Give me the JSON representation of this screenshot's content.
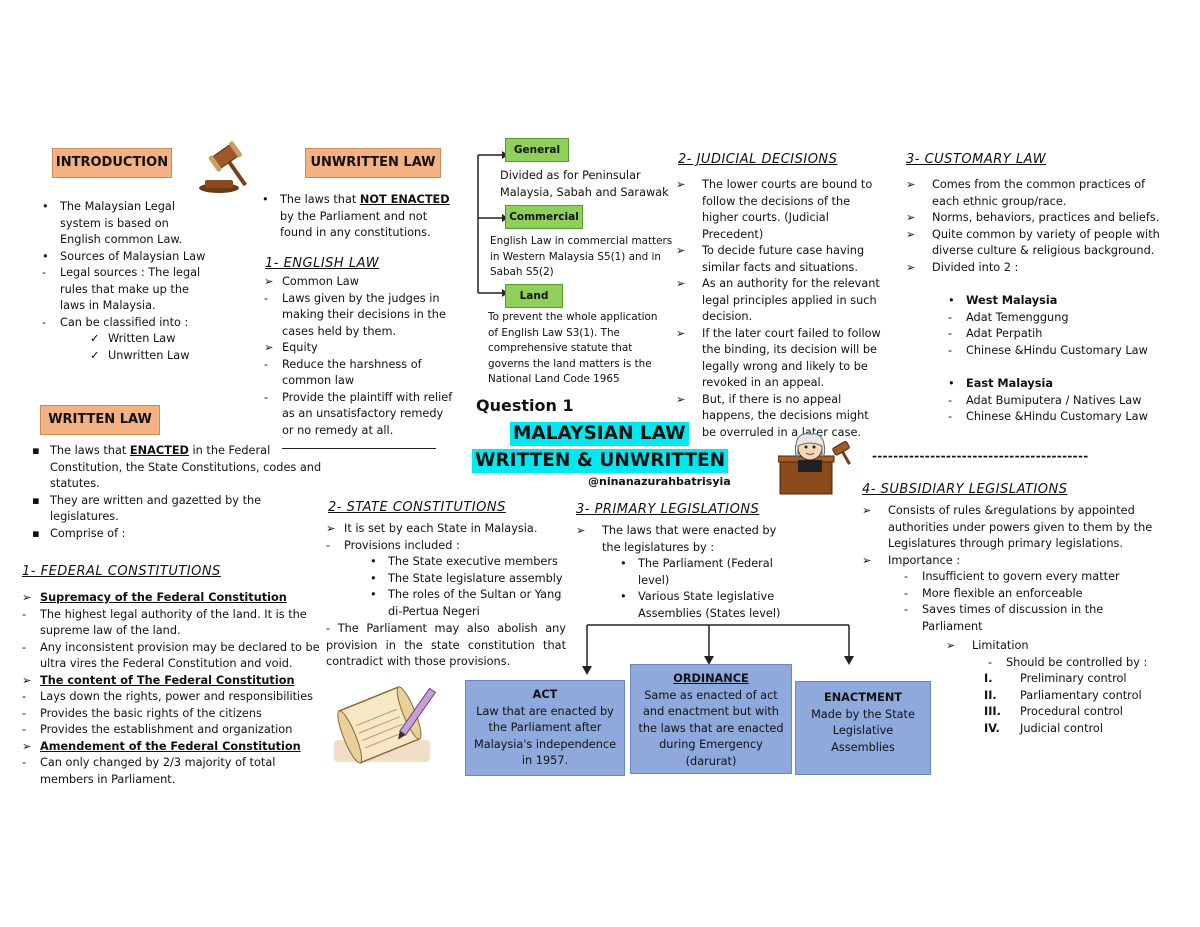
{
  "intro": {
    "header": "INTRODUCTION",
    "items": [
      {
        "marker": "•",
        "text": "The Malaysian Legal system is based on English common Law."
      },
      {
        "marker": "•",
        "text": "Sources of Malaysian Law"
      },
      {
        "marker": "-",
        "text": "Legal sources : The legal rules that make up the laws in Malaysia."
      },
      {
        "marker": "-",
        "text": "Can be classified  into :"
      }
    ],
    "checks": [
      "Written Law",
      "Unwritten Law"
    ]
  },
  "written": {
    "header": "WRITTEN LAW",
    "item1_pre": "The laws that ",
    "item1_em": "ENACTED",
    "item1_post": " in the Federal Constitution, the State Constitutions, codes and statutes.",
    "item2": "They are written and gazetted by the legislatures.",
    "item3": "Comprise of :",
    "fed_title": "1-   FEDERAL CONSTITUTIONS",
    "fed_lines": [
      {
        "marker": "➢",
        "text": "Supremacy of the Federal Constitution",
        "style": "u"
      },
      {
        "marker": "-",
        "text": "The highest legal authority of the land. It is the supreme law of the land.",
        "style": ""
      },
      {
        "marker": "-",
        "text": "Any inconsistent provision may be declared to be ultra vires the Federal Constitution and void.",
        "style": ""
      },
      {
        "marker": "➢",
        "text": "The content of The Federal Constitution",
        "style": "u"
      },
      {
        "marker": "-",
        "text": "Lays down the rights, power and responsibilities",
        "style": ""
      },
      {
        "marker": "-",
        "text": "Provides the basic rights of the citizens",
        "style": ""
      },
      {
        "marker": "-",
        "text": "Provides the establishment and organization",
        "style": ""
      },
      {
        "marker": "➢",
        "text": "Amendement of the Federal Constitution",
        "style": "u"
      },
      {
        "marker": "-",
        "text": "Can only changed by 2/3 majority of total members in Parliament.",
        "style": ""
      }
    ]
  },
  "unwritten": {
    "header": "UNWRITTEN LAW",
    "intro_pre": "The laws that ",
    "intro_em": "NOT ENACTED",
    "intro_post": " by the Parliament and not found in any constitutions.",
    "eng_title": "1-   ENGLISH LAW",
    "eng_lines": [
      {
        "marker": "➢",
        "text": "Common Law"
      },
      {
        "marker": "-",
        "text": "Laws given by the judges in making their decisions in the cases held by them."
      },
      {
        "marker": "➢",
        "text": "Equity"
      },
      {
        "marker": "-",
        "text": "Reduce the harshness of common law"
      },
      {
        "marker": "-",
        "text": "Provide the plaintiff with relief as an unsatisfactory remedy or no remedy at all."
      }
    ]
  },
  "english_branches": [
    {
      "label": "General",
      "text": "Divided as for Peninsular Malaysia, Sabah and Sarawak"
    },
    {
      "label": "Commercial",
      "text": "English Law in commercial matters in Western Malaysia S5(1) and in Sabah S5(2)"
    },
    {
      "label": "Land",
      "text": "To prevent the whole application of English Law S3(1). The comprehensive statute that governs the land matters is the National Land Code 1965"
    }
  ],
  "judicial": {
    "title": "2-  JUDICIAL DECISIONS",
    "items": [
      "The lower courts are bound to follow the decisions of the higher courts. (Judicial Precedent)",
      "To decide future case having similar facts and situations.",
      "As an authority for the relevant legal principles applied in such decision.",
      "If the later court failed to follow the binding, its decision will be legally wrong and likely to be revoked in an appeal.",
      "But, if there is no appeal happens, the decisions might be overruled in a later case."
    ]
  },
  "customary": {
    "title": "3-  CUSTOMARY LAW",
    "items": [
      "Comes from the common practices of each ethnic group/race.",
      "Norms, behaviors, practices and beliefs.",
      "Quite common by variety of people with diverse culture & religious background.",
      "Divided into 2 :"
    ],
    "west_title": "West Malaysia",
    "west": [
      "Adat Temenggung",
      "Adat Perpatih",
      "Chinese &Hindu Customary Law"
    ],
    "east_title": "East Malaysia",
    "east": [
      "Adat Bumiputera / Natives Law",
      "Chinese &Hindu Customary Law"
    ],
    "dashes": "-----------------------------------------"
  },
  "center": {
    "question": "Question 1",
    "title1": "MALAYSIAN LAW",
    "title2": "WRITTEN & UNWRITTEN",
    "handle": "@ninanazurahbatrisyia",
    "dashes": "--------------------------------"
  },
  "state": {
    "title": "2-  STATE CONSTITUTIONS",
    "l1": "It is set by each State in Malaysia.",
    "l2": "Provisions included :",
    "bullets": [
      "The State executive members",
      "The State legislature assembly",
      "The roles of the Sultan or Yang di-Pertua Negeri"
    ],
    "para": "- The Parliament may also abolish any provision in the state constitution that contradict with those provisions."
  },
  "primary": {
    "title": "3-  PRIMARY LEGISLATIONS",
    "l1": "The laws that were enacted by the legislatures by :",
    "bullets": [
      "The Parliament (Federal level)",
      "Various State legislative Assemblies (States level)"
    ]
  },
  "boxes": {
    "act_title": "ACT",
    "act_text": "Law that are enacted by the Parliament after Malaysia's independence in 1957.",
    "ord_title": "ORDINANCE",
    "ord_text": "Same as enacted of act and enactment but with the laws that are enacted during Emergency (darurat)",
    "enact_title": "ENACTMENT",
    "enact_text": "Made by the State Legislative Assemblies"
  },
  "subsidiary": {
    "title": "4-  SUBSIDIARY LEGISLATIONS",
    "l1": "Consists of rules &regulations by appointed authorities under powers given to them by the Legislatures through primary legislations.",
    "l2": "Importance :",
    "importance": [
      "Insufficient to govern every matter",
      "More flexible an enforceable",
      "Saves times of discussion in the Parliament"
    ],
    "limitation": "Limitation",
    "controlled": "Should be controlled by :",
    "controls": [
      {
        "num": "I.",
        "text": "Preliminary control"
      },
      {
        "num": "II.",
        "text": "Parliamentary control"
      },
      {
        "num": "III.",
        "text": "Procedural control"
      },
      {
        "num": "IV.",
        "text": "Judicial control"
      }
    ]
  },
  "colors": {
    "orange": "#f4b183",
    "green": "#8fd05a",
    "blue": "#8fa9dc",
    "cyan": "#00e8f0"
  }
}
